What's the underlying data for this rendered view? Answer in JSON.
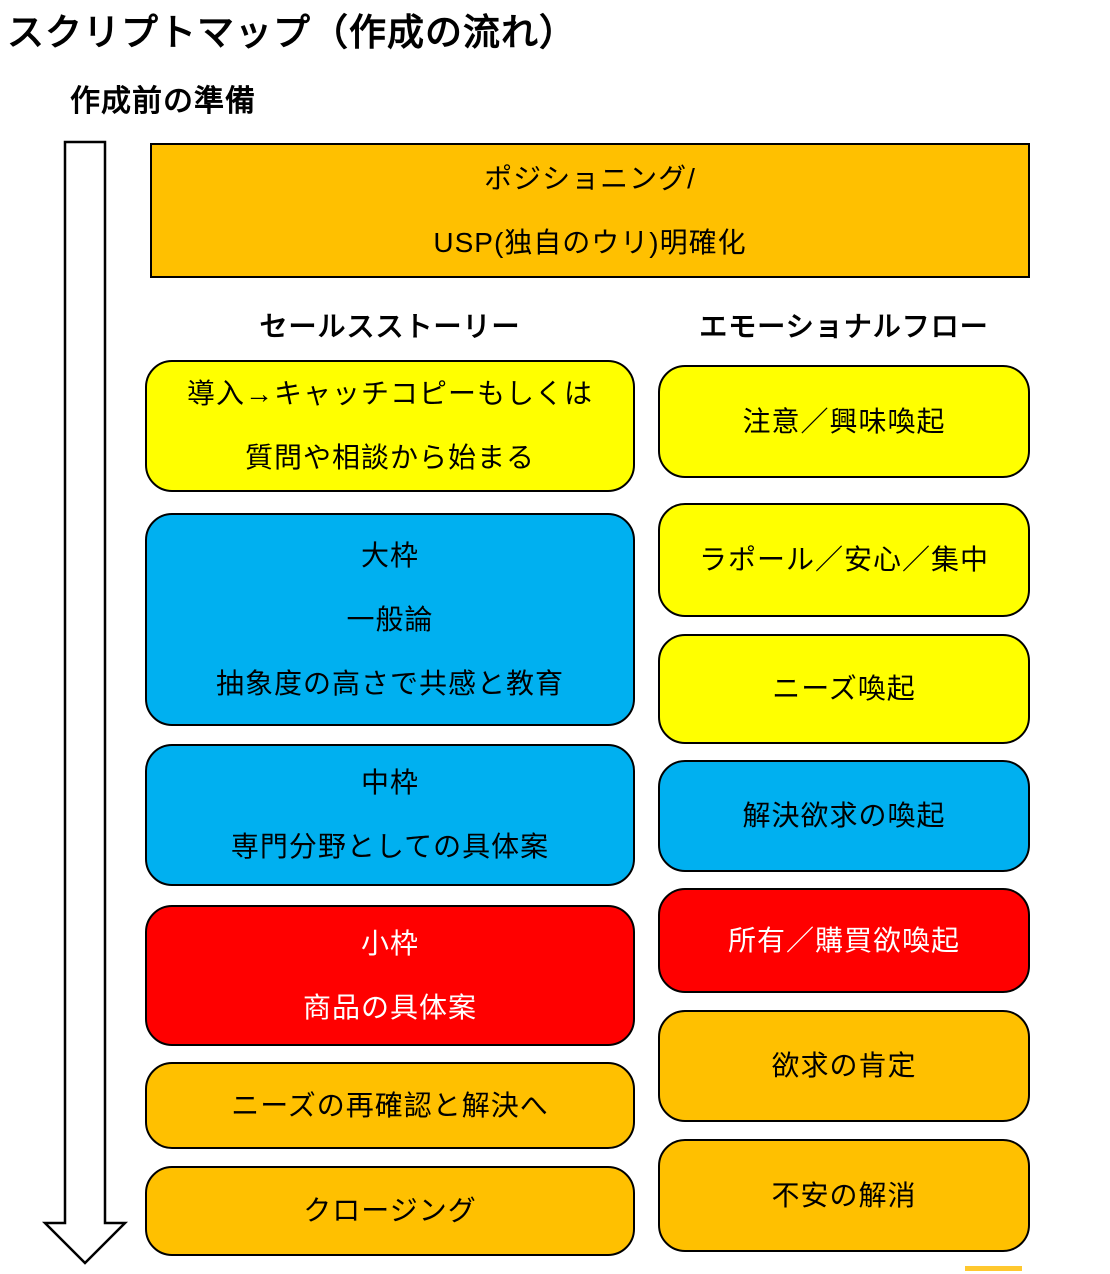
{
  "page": {
    "title": "スクリプトマップ（作成の流れ）",
    "subtitle": "作成前の準備"
  },
  "colors": {
    "orange": "#FFC000",
    "yellow": "#FFFF00",
    "blue": "#00B0F0",
    "red": "#FF0000",
    "border": "#000000",
    "white_text": "#FFFFFF",
    "arrow_fill": "#FFFFFF"
  },
  "top_box": {
    "lines": [
      "ポジショニング/",
      "USP(独自のウリ)明確化"
    ],
    "color": "orange"
  },
  "columns": {
    "left": {
      "header": "セールスストーリー",
      "boxes": [
        {
          "lines": [
            "導入→キャッチコピーもしくは",
            "質問や相談から始まる"
          ],
          "color": "yellow",
          "text_color": "black"
        },
        {
          "lines": [
            "大枠",
            "一般論",
            "抽象度の高さで共感と教育"
          ],
          "color": "blue",
          "text_color": "black"
        },
        {
          "lines": [
            "中枠",
            "専門分野としての具体案"
          ],
          "color": "blue",
          "text_color": "black"
        },
        {
          "lines": [
            "小枠",
            "商品の具体案"
          ],
          "color": "red",
          "text_color": "white"
        },
        {
          "lines": [
            "ニーズの再確認と解決へ"
          ],
          "color": "orange",
          "text_color": "black"
        },
        {
          "lines": [
            "クロージング"
          ],
          "color": "orange",
          "text_color": "black"
        }
      ]
    },
    "right": {
      "header": "エモーショナルフロー",
      "boxes": [
        {
          "lines": [
            "注意／興味喚起"
          ],
          "color": "yellow",
          "text_color": "black"
        },
        {
          "lines": [
            "ラポール／安心／集中"
          ],
          "color": "yellow",
          "text_color": "black"
        },
        {
          "lines": [
            "ニーズ喚起"
          ],
          "color": "yellow",
          "text_color": "black"
        },
        {
          "lines": [
            "解決欲求の喚起"
          ],
          "color": "blue",
          "text_color": "black"
        },
        {
          "lines": [
            "所有／購買欲喚起"
          ],
          "color": "red",
          "text_color": "white"
        },
        {
          "lines": [
            "欲求の肯定"
          ],
          "color": "orange",
          "text_color": "black"
        },
        {
          "lines": [
            "不安の解消"
          ],
          "color": "orange",
          "text_color": "black"
        }
      ]
    }
  },
  "arrow": {
    "name": "downward-flow-arrow",
    "fill": "#FFFFFF",
    "stroke": "#000000"
  }
}
